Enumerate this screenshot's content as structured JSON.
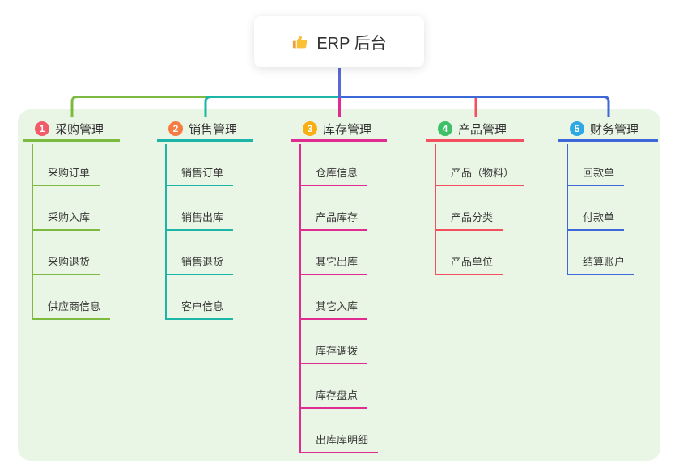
{
  "root": {
    "label": "ERP 后台",
    "icon": "thumbs-up-icon",
    "line_color": "#5968d6"
  },
  "panel_color": "#eaf6e5",
  "branches": [
    {
      "badge": "1",
      "badge_color": "#f25b69",
      "label": "采购管理",
      "color": "#7cbb3f",
      "children": [
        "采购订单",
        "采购入库",
        "采购退货",
        "供应商信息"
      ]
    },
    {
      "badge": "2",
      "badge_color": "#f77b42",
      "label": "销售管理",
      "color": "#1cb5a8",
      "children": [
        "销售订单",
        "销售出库",
        "销售退货",
        "客户信息"
      ]
    },
    {
      "badge": "3",
      "badge_color": "#f9ae13",
      "label": "库存管理",
      "color": "#e02b91",
      "children": [
        "仓库信息",
        "产品库存",
        "其它出库",
        "其它入库",
        "库存调拨",
        "库存盘点",
        "出库库明细"
      ]
    },
    {
      "badge": "4",
      "badge_color": "#3dc066",
      "label": "产品管理",
      "color": "#f44f5f",
      "children": [
        "产品（物料）",
        "产品分类",
        "产品单位"
      ]
    },
    {
      "badge": "5",
      "badge_color": "#30a8e4",
      "label": "财务管理",
      "color": "#3e68d8",
      "children": [
        "回款单",
        "付款单",
        "结算账户"
      ]
    }
  ]
}
